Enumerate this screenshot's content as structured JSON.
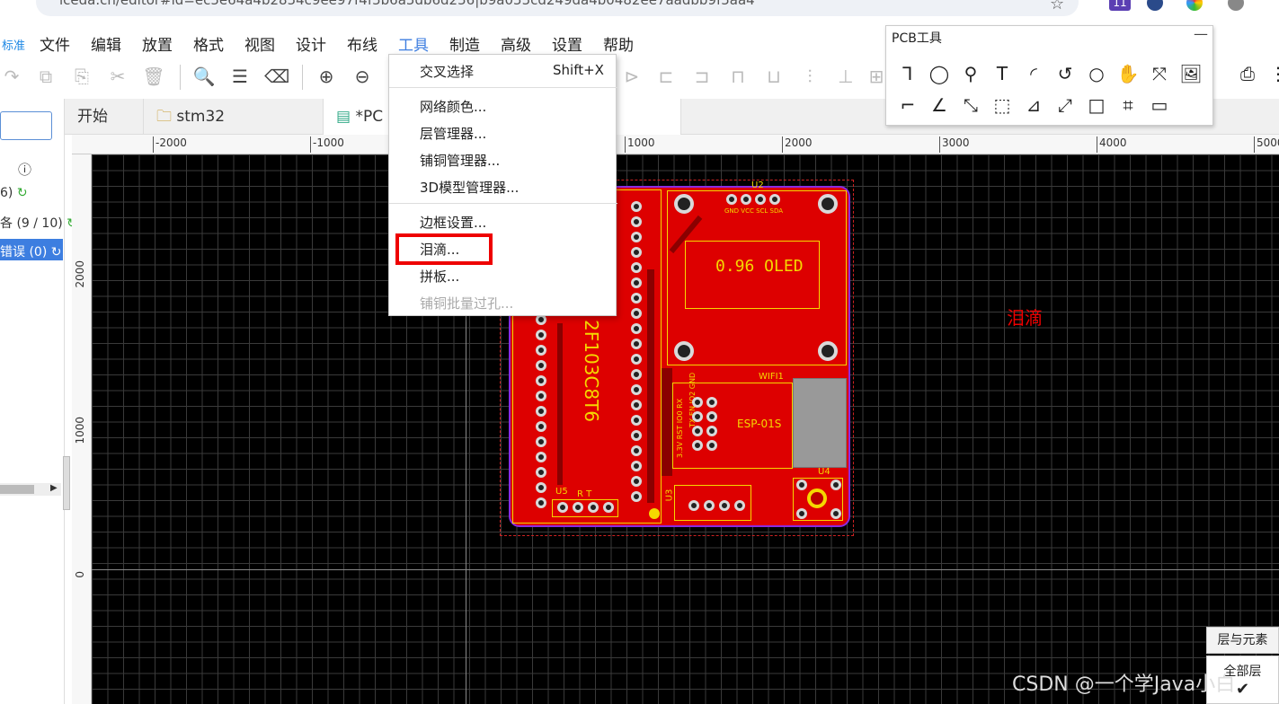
{
  "browser": {
    "url": "lceda.cn/editor#id=ec5e64a4b2854c9ee97f4f5b6a5db6d256|b9a055cd249da4b0482ee7aadbb9f5aa4",
    "extension_badge": "11"
  },
  "menubar": {
    "mode_label": "标准",
    "items": [
      "文件",
      "编辑",
      "放置",
      "格式",
      "视图",
      "设计",
      "布线",
      "工具",
      "制造",
      "高级",
      "设置",
      "帮助"
    ],
    "active": "工具"
  },
  "tabs": [
    {
      "label": "开始",
      "icon": "home-icon"
    },
    {
      "label": "stm32",
      "icon": "folder-icon"
    },
    {
      "label": "*PC",
      "icon": "pcb-file-icon"
    }
  ],
  "left_panel": {
    "rows": [
      {
        "text": "6)",
        "icon": "refresh-icon"
      },
      {
        "text": "各 (9 / 10)",
        "icon": "refresh-icon"
      },
      {
        "text": "错误 (0)",
        "icon": "refresh-icon"
      }
    ],
    "info_icon": "info-icon"
  },
  "rulers": {
    "top": [
      "-2000",
      "-1000",
      "1000",
      "2000",
      "3000",
      "4000",
      "5000"
    ],
    "left": [
      "2000",
      "1000",
      "0"
    ]
  },
  "tools_menu": {
    "items": [
      {
        "label": "交叉选择",
        "shortcut": "Shift+X",
        "disabled": false
      },
      {
        "label": "网络颜色...",
        "shortcut": "",
        "disabled": false
      },
      {
        "label": "层管理器...",
        "shortcut": "",
        "disabled": false
      },
      {
        "label": "铺铜管理器...",
        "shortcut": "",
        "disabled": false
      },
      {
        "label": "3D模型管理器...",
        "shortcut": "",
        "disabled": false
      },
      {
        "label": "边框设置...",
        "shortcut": "",
        "disabled": false
      },
      {
        "label": "泪滴...",
        "shortcut": "",
        "disabled": false
      },
      {
        "label": "拼板...",
        "shortcut": "",
        "disabled": false
      },
      {
        "label": "铺铜批量过孔...",
        "shortcut": "",
        "disabled": true
      }
    ],
    "highlighted": "泪滴..."
  },
  "pcb_tools": {
    "title": "PCB工具",
    "minimize": "—"
  },
  "board": {
    "oled_label": "0.96  OLED",
    "oled_ref": "U2",
    "oled_pins": "GND VCC SCL SDA",
    "wifi_ref": "WIFI1",
    "wifi_label": "ESP-01S",
    "wifi_pins_top": "TX EN IO2 GND",
    "wifi_pins_bottom": "3.3V RST IO0 RX",
    "mcu_label": "2F103C8T6",
    "u5": "U5",
    "u5_pins": "R T",
    "u3": "U3",
    "u4": "U4"
  },
  "annotation": "泪滴",
  "bottom_panel": {
    "layers_tab": "层与元素",
    "all_layers": "全部层"
  },
  "watermark": "CSDN @一个学Java小白",
  "colors": {
    "board": "#dd0000",
    "silkscreen": "#f5d800",
    "outline": "#8a2be2",
    "highlight_box": "#ee0000",
    "accent": "#3d7ee0"
  }
}
